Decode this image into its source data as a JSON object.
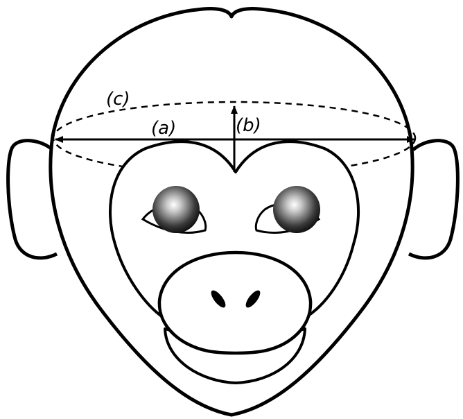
{
  "labels": {
    "c": "(c)",
    "a": "(a)",
    "b": "(b)"
  },
  "colors": {
    "ink": "#000000",
    "background": "#ffffff"
  }
}
